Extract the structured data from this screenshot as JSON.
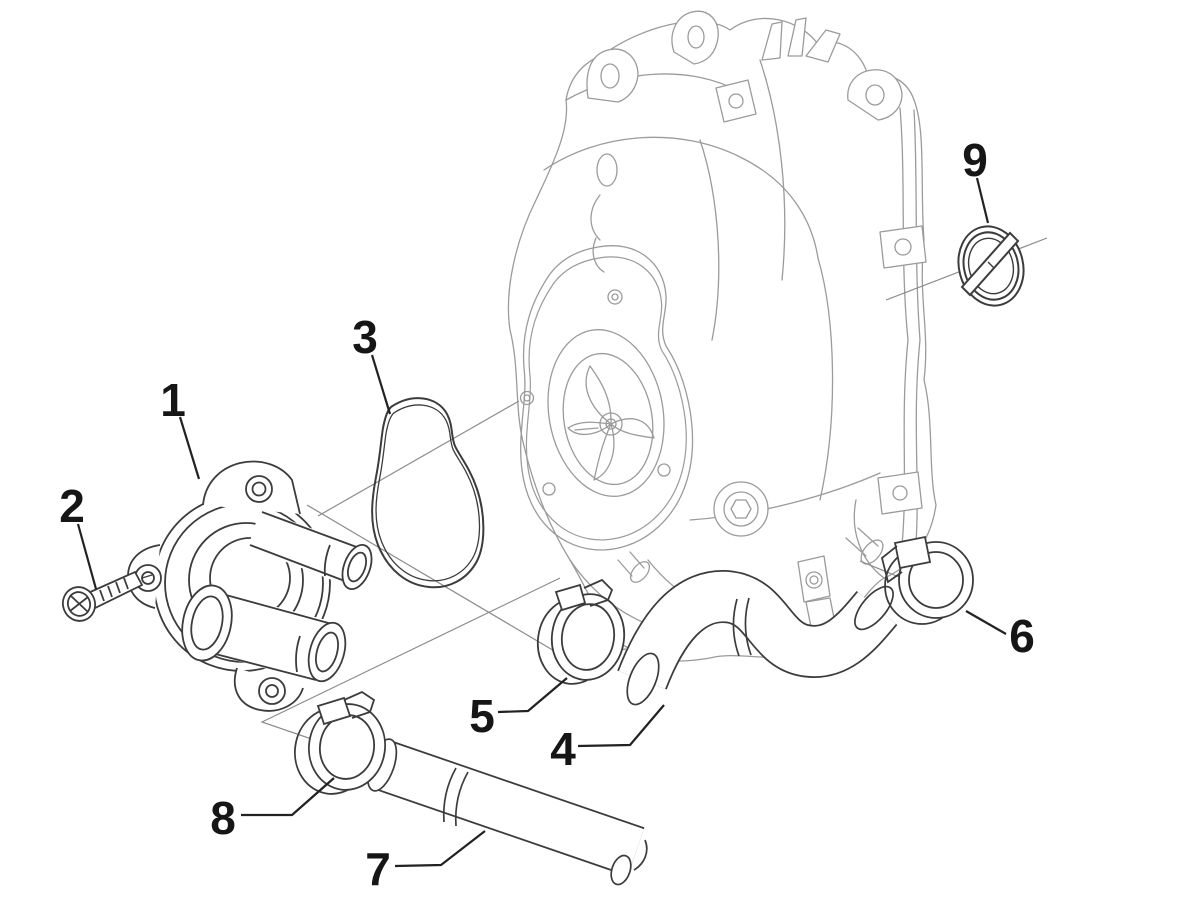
{
  "diagram": {
    "callouts": [
      {
        "label": "1"
      },
      {
        "label": "2"
      },
      {
        "label": "3"
      },
      {
        "label": "4"
      },
      {
        "label": "5"
      },
      {
        "label": "6"
      },
      {
        "label": "7"
      },
      {
        "label": "8"
      },
      {
        "label": "9"
      }
    ],
    "colors": {
      "background": "#ffffff",
      "cover_line": "#9b9b9b",
      "part_line": "#3c3c3c",
      "construction_line": "#8c8c8c",
      "label_color": "#161616"
    }
  }
}
